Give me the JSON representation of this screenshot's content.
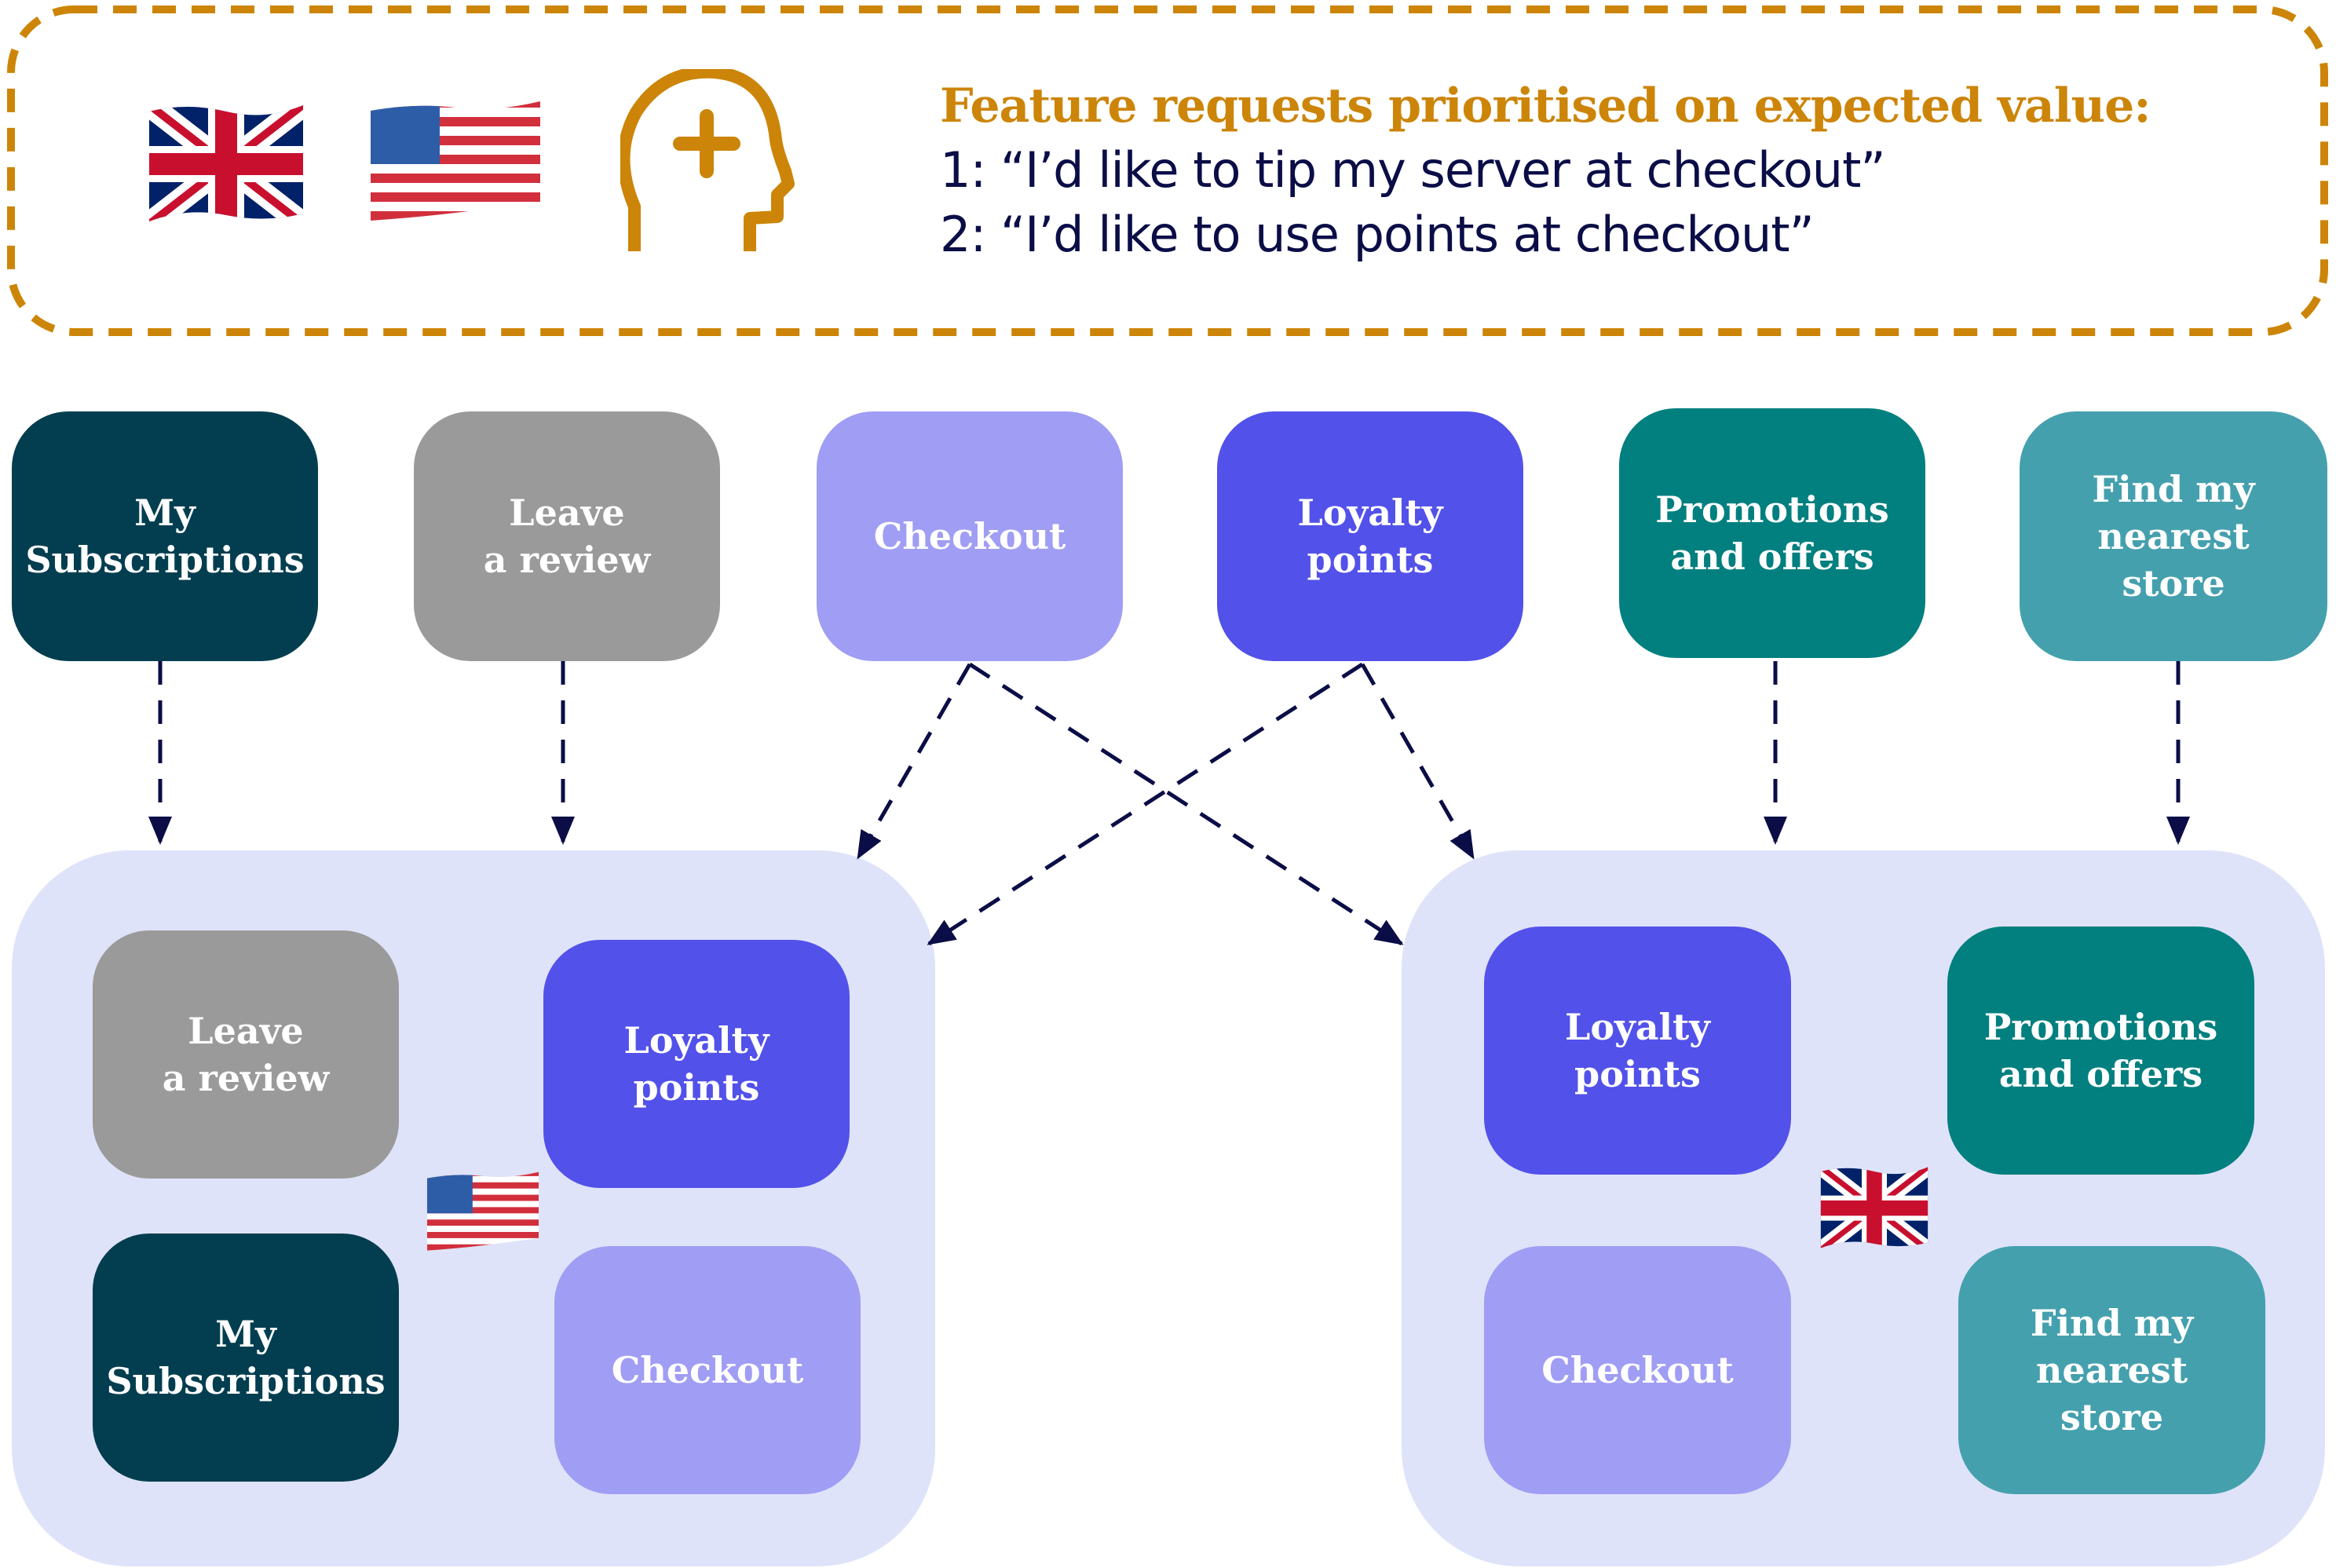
{
  "header": {
    "title": "Feature requests prioritised on expected value:",
    "requests": [
      "1: “I’d like to tip my server at checkout”",
      "2: “I’d like to use points at checkout”"
    ],
    "icons": [
      "uk-flag-icon",
      "us-flag-icon",
      "head-plus-icon"
    ]
  },
  "features": [
    {
      "id": "subscriptions",
      "label": "My\nSubscriptions",
      "color": "#033E50"
    },
    {
      "id": "review",
      "label": "Leave\na review",
      "color": "#9A9A9A"
    },
    {
      "id": "checkout",
      "label": "Checkout",
      "color": "#A09DF4"
    },
    {
      "id": "loyalty",
      "label": "Loyalty\npoints",
      "color": "#5251EA"
    },
    {
      "id": "promotions",
      "label": "Promotions\nand offers",
      "color": "#027F7F"
    },
    {
      "id": "store",
      "label": "Find my\nnearest\nstore",
      "color": "#45A0AE"
    }
  ],
  "markets": [
    {
      "name": "US",
      "flag": "us-flag-icon",
      "layout": [
        {
          "label": "Leave\na review",
          "color": "#9A9A9A"
        },
        {
          "label": "Loyalty\npoints",
          "color": "#5251EA"
        },
        {
          "label": "My\nSubscriptions",
          "color": "#033E50"
        },
        {
          "label": "Checkout",
          "color": "#A09DF4"
        }
      ]
    },
    {
      "name": "UK",
      "flag": "uk-flag-icon",
      "layout": [
        {
          "label": "Loyalty\npoints",
          "color": "#5251EA"
        },
        {
          "label": "Promotions\nand offers",
          "color": "#027F7F"
        },
        {
          "label": "Checkout",
          "color": "#A09DF4"
        },
        {
          "label": "Find my\nnearest\nstore",
          "color": "#45A0AE"
        }
      ]
    }
  ],
  "connections": [
    {
      "from": "subscriptions",
      "to": "US"
    },
    {
      "from": "review",
      "to": "US"
    },
    {
      "from": "checkout",
      "to": "US"
    },
    {
      "from": "checkout",
      "to": "UK"
    },
    {
      "from": "loyalty",
      "to": "US"
    },
    {
      "from": "loyalty",
      "to": "UK"
    },
    {
      "from": "promotions",
      "to": "UK"
    },
    {
      "from": "store",
      "to": "UK"
    }
  ],
  "colors": {
    "accent": "#CC8508",
    "text_dark": "#0B0D47",
    "arrow": "#0B0D47",
    "container_bg": "#DFE3F9"
  }
}
